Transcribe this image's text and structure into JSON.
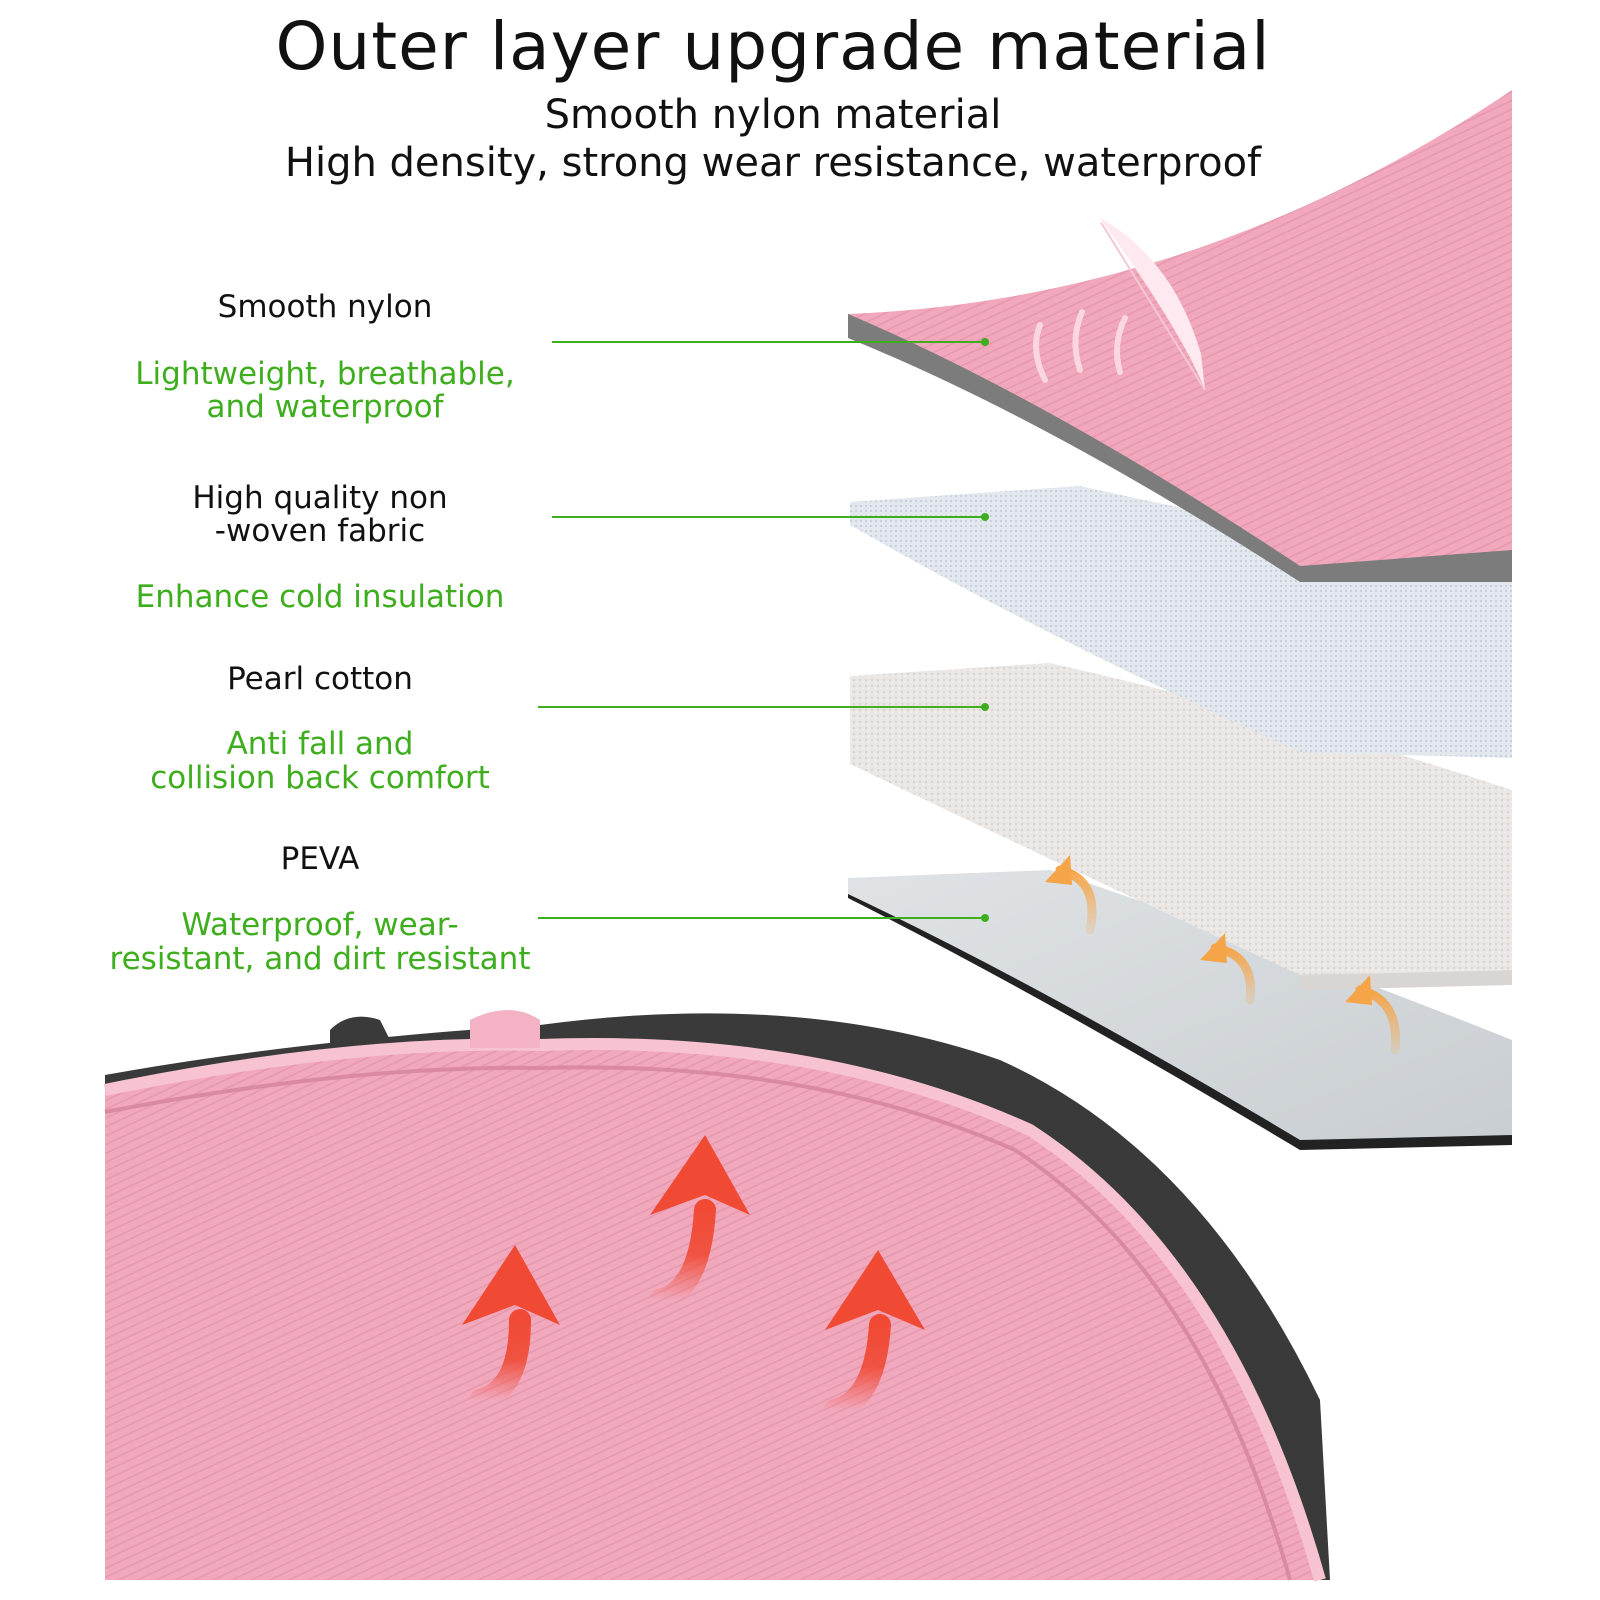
{
  "header": {
    "title": "Outer layer upgrade material",
    "subtitle_line1": "Smooth nylon material",
    "subtitle_line2": "High density, strong wear resistance, waterproof"
  },
  "layers": [
    {
      "name": "Smooth nylon",
      "desc_line1": "Lightweight, breathable,",
      "desc_line2": "and waterproof"
    },
    {
      "name_line1": "High quality non",
      "name_line2": "-woven fabric",
      "desc": "Enhance cold insulation"
    },
    {
      "name": "Pearl cotton",
      "desc_line1": "Anti fall and",
      "desc_line2": "collision back comfort"
    },
    {
      "name": "PEVA",
      "desc_line1": "Waterproof, wear-",
      "desc_line2": "resistant, and dirt resistant"
    }
  ],
  "colors": {
    "accent_green": "#3fae1e",
    "nylon_pink": "#f2a9bd",
    "arrow_red": "#f04a35",
    "arrow_orange": "#f5a447"
  },
  "icons": [
    "feather-icon",
    "heat-arrow-icon"
  ]
}
